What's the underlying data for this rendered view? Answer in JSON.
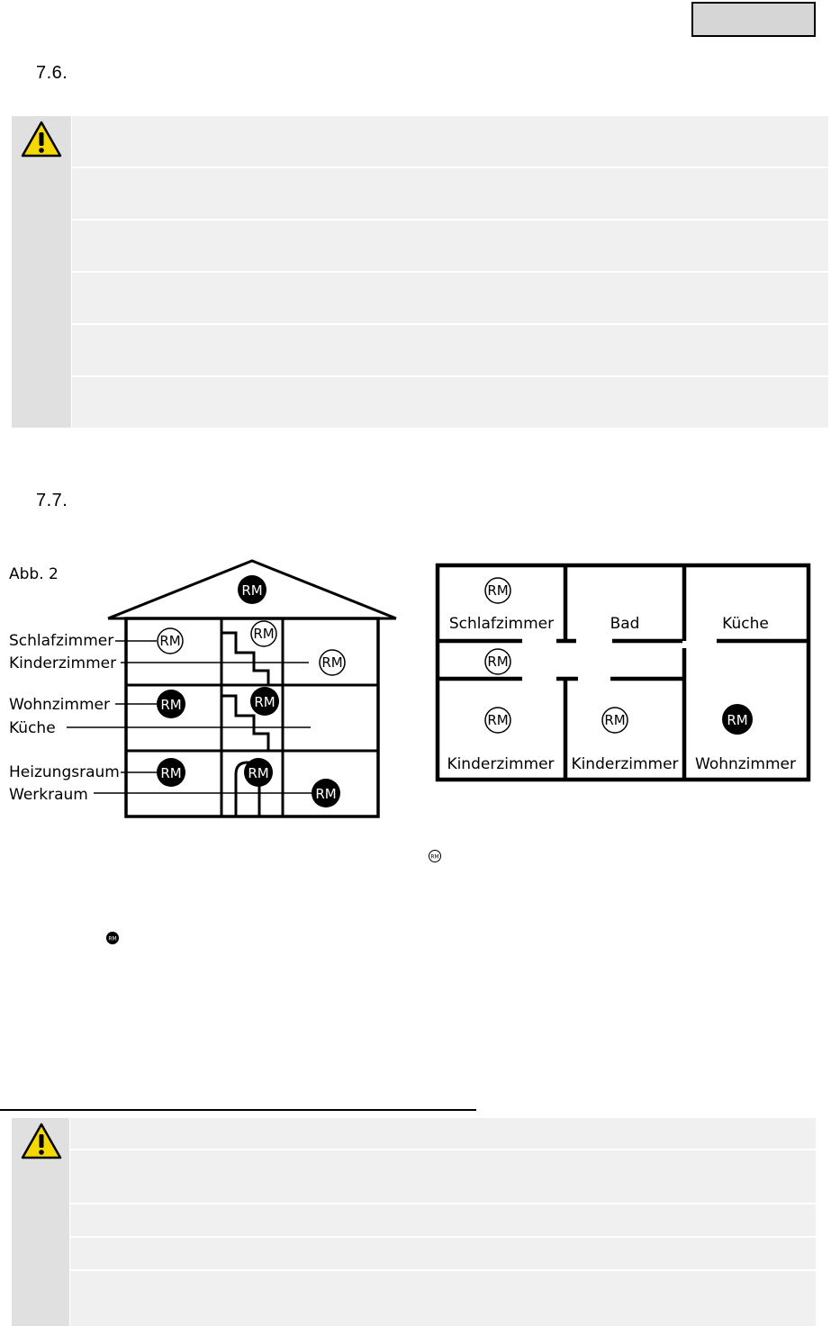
{
  "header": {
    "language_box": ""
  },
  "section_7_6": {
    "number": "7.6."
  },
  "section_7_7": {
    "number": "7.7."
  },
  "figure_house": {
    "caption": "Abb. 2",
    "device_label": "RM",
    "labels": [
      "Schlafzimmer",
      "Kinderzimmer",
      "Wohnzimmer",
      "Küche",
      "Heizungsraum",
      "Werkraum"
    ]
  },
  "figure_floorplan": {
    "device_label": "RM",
    "rooms_top": [
      "Schlafzimmer",
      "Bad",
      "Küche"
    ],
    "rooms_bottom": [
      "Kinderzimmer",
      "Kinderzimmer",
      "Wohnzimmer"
    ]
  },
  "icons": {
    "warning": "warning-triangle-icon",
    "smoke_detector_white": "smoke-detector-white-icon",
    "smoke_detector_black": "smoke-detector-black-icon",
    "warning_color": "#f5d800"
  }
}
